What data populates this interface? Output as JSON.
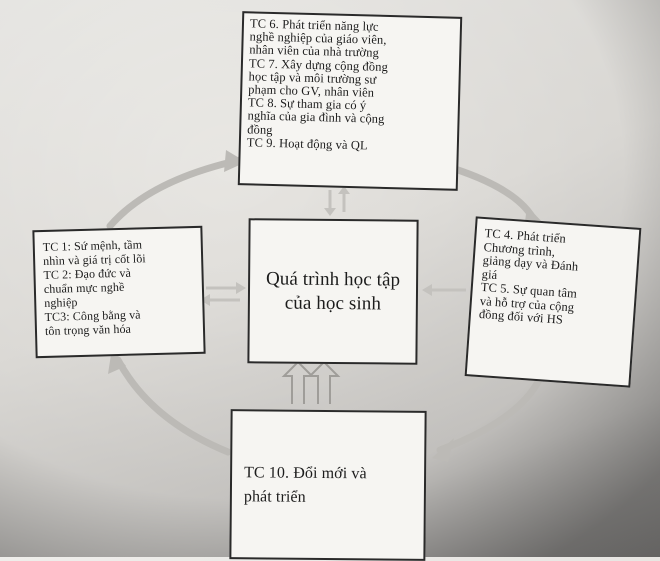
{
  "diagram": {
    "center": {
      "label": "Quá trình học tập của học sinh"
    },
    "top": {
      "lines": [
        "TC 6. Phát triển năng lực",
        "nghề nghiệp của giáo viên,",
        "nhân viên của nhà trường",
        "TC 7. Xây dựng cộng đồng",
        "học tập và môi trường sư",
        "phạm cho GV, nhân viên",
        "TC 8. Sự tham gia có ý",
        "nghĩa của gia đình và cộng",
        "đồng",
        "TC 9. Hoạt động và QL"
      ]
    },
    "left": {
      "lines": [
        "TC 1: Sứ mệnh, tầm",
        "nhìn và giá trị cốt lõi",
        "TC 2: Đạo đức và",
        "chuẩn mực nghề",
        "nghiệp",
        "TC3: Công bằng và",
        "tôn trọng văn hóa"
      ]
    },
    "right": {
      "lines": [
        "TC 4. Phát triển",
        "Chương trình,",
        "giảng dạy và Đánh",
        "giá",
        "TC 5. Sự quan tâm",
        "và hỗ trợ của cộng",
        "đồng đối với HS"
      ]
    },
    "bottom": {
      "lines": [
        "TC 10. Đổi mới và",
        "phát triển"
      ]
    },
    "colors": {
      "box_border": "#2a2a2a",
      "box_fill": "#f6f5f2",
      "arrow": "#b9b7b3",
      "paper": "#e6e4e0"
    }
  }
}
